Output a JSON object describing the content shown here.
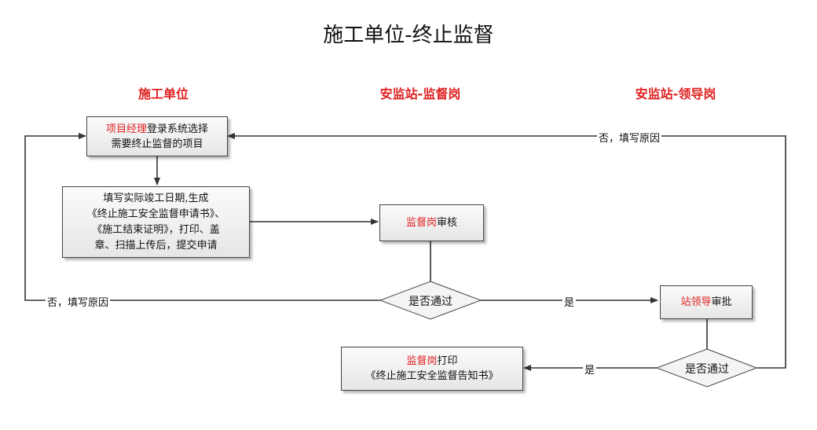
{
  "title": "施工单位-终止监督",
  "lanes": [
    "施工单位",
    "安监站-监督岗",
    "安监站-领导岗"
  ],
  "nodes": {
    "login": {
      "red": "项目经理",
      "line1_rest": "登录系统选择",
      "line2": "需要终止监督的项目"
    },
    "fill": {
      "lines": [
        "填写实际竣工日期,生成",
        "《终止施工安全监督申请书》、",
        "《施工结束证明》，打印、盖",
        "章、扫描上传后，提交申请"
      ]
    },
    "review": {
      "red": "监督岗",
      "rest": "审核"
    },
    "decision1": {
      "text": "是否通过"
    },
    "approve": {
      "red": "站领导",
      "rest": "审批"
    },
    "decision2": {
      "text": "是否通过"
    },
    "print": {
      "red": "监督岗",
      "rest": "打印",
      "line2": "《终止施工安全监督告知书》"
    }
  },
  "edges": {
    "d1_no": "否，填写原因",
    "d1_yes": "是",
    "d2_no": "否，填写原因",
    "d2_yes": "是"
  },
  "colors": {
    "accent": "#e02020",
    "line": "#333333"
  }
}
